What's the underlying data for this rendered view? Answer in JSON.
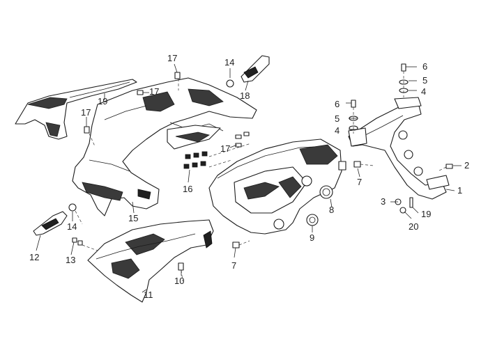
{
  "callouts": [
    {
      "id": "c1",
      "label": "1"
    },
    {
      "id": "c2",
      "label": "2"
    },
    {
      "id": "c3",
      "label": "3"
    },
    {
      "id": "c4a",
      "label": "4"
    },
    {
      "id": "c4b",
      "label": "4"
    },
    {
      "id": "c5a",
      "label": "5"
    },
    {
      "id": "c5b",
      "label": "5"
    },
    {
      "id": "c6a",
      "label": "6"
    },
    {
      "id": "c6b",
      "label": "6"
    },
    {
      "id": "c7a",
      "label": "7"
    },
    {
      "id": "c7b",
      "label": "7"
    },
    {
      "id": "c8",
      "label": "8"
    },
    {
      "id": "c9",
      "label": "9"
    },
    {
      "id": "c10",
      "label": "10"
    },
    {
      "id": "c11",
      "label": "11"
    },
    {
      "id": "c12",
      "label": "12"
    },
    {
      "id": "c13",
      "label": "13"
    },
    {
      "id": "c14a",
      "label": "14"
    },
    {
      "id": "c14b",
      "label": "14"
    },
    {
      "id": "c15",
      "label": "15"
    },
    {
      "id": "c16",
      "label": "16"
    },
    {
      "id": "c17a",
      "label": "17"
    },
    {
      "id": "c17b",
      "label": "17"
    },
    {
      "id": "c17c",
      "label": "17"
    },
    {
      "id": "c17d",
      "label": "17"
    },
    {
      "id": "c18",
      "label": "18"
    },
    {
      "id": "c19a",
      "label": "19"
    },
    {
      "id": "c19b",
      "label": "19"
    },
    {
      "id": "c20",
      "label": "20"
    }
  ]
}
